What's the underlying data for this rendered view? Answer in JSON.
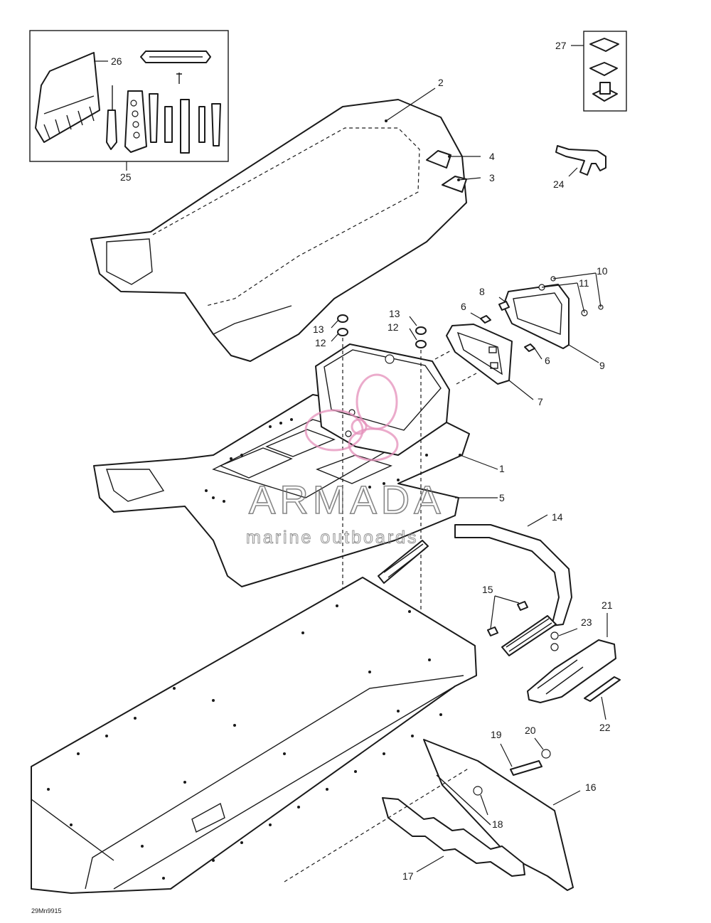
{
  "diagram": {
    "reference_code": "29Mn9915",
    "callouts": [
      "1",
      "2",
      "3",
      "4",
      "5",
      "6",
      "6",
      "7",
      "8",
      "9",
      "10",
      "11",
      "12",
      "12",
      "13",
      "13",
      "14",
      "15",
      "16",
      "17",
      "18",
      "19",
      "20",
      "21",
      "22",
      "23",
      "24",
      "25",
      "26",
      "27"
    ]
  },
  "watermark": {
    "brand": "ARMADA",
    "tagline": "marine outboards",
    "accent_color": "#e48fb9"
  }
}
